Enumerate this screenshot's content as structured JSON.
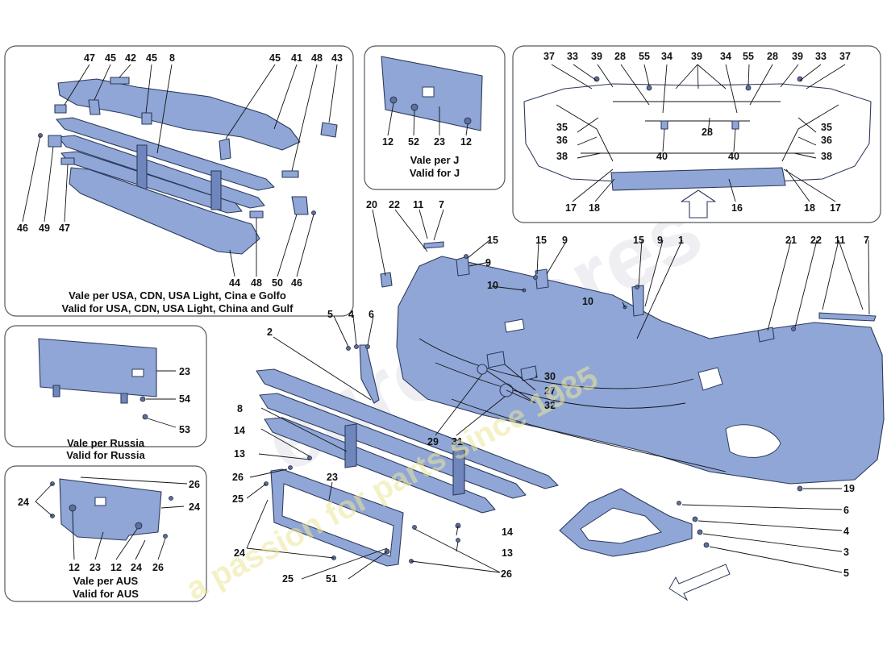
{
  "panels": {
    "usa": {
      "caption_line1": "Vale per USA, CDN, USA Light, Cina e Golfo",
      "caption_line2": "Valid for USA, CDN, USA Light, China and Gulf",
      "labels": [
        "47",
        "45",
        "42",
        "45",
        "8",
        "45",
        "41",
        "48",
        "43",
        "46",
        "49",
        "47",
        "44",
        "48",
        "50",
        "46"
      ]
    },
    "japan": {
      "caption_line1": "Vale per J",
      "caption_line2": "Valid for J",
      "labels": [
        "12",
        "52",
        "23",
        "12"
      ]
    },
    "russia": {
      "caption_line1": "Vale per Russia",
      "caption_line2": "Valid for Russia",
      "labels": [
        "23",
        "54",
        "53"
      ]
    },
    "aus": {
      "caption_line1": "Vale per AUS",
      "caption_line2": "Valid for AUS",
      "labels": [
        "26",
        "24",
        "24",
        "12",
        "23",
        "12",
        "24",
        "26"
      ]
    },
    "rear_view": {
      "labels": [
        "37",
        "33",
        "39",
        "28",
        "55",
        "34",
        "39",
        "34",
        "55",
        "28",
        "39",
        "33",
        "37",
        "35",
        "36",
        "38",
        "28",
        "40",
        "40",
        "35",
        "36",
        "38",
        "17",
        "18",
        "16",
        "18",
        "17"
      ]
    }
  },
  "main_labels": [
    "20",
    "22",
    "11",
    "7",
    "15",
    "15",
    "9",
    "15",
    "9",
    "1",
    "21",
    "22",
    "11",
    "7",
    "9",
    "10",
    "10",
    "5",
    "4",
    "6",
    "2",
    "30",
    "27",
    "32",
    "29",
    "31",
    "8",
    "14",
    "13",
    "26",
    "25",
    "23",
    "24",
    "25",
    "51",
    "26",
    "14",
    "13",
    "19",
    "6",
    "4",
    "3",
    "5"
  ],
  "watermark": {
    "text": "a passion for parts since 1985",
    "ghost_text": "eurospares"
  },
  "colors": {
    "part_fill": "#8fa6d6",
    "part_stroke": "#2d3a5c",
    "watermark": "#ece69a"
  }
}
